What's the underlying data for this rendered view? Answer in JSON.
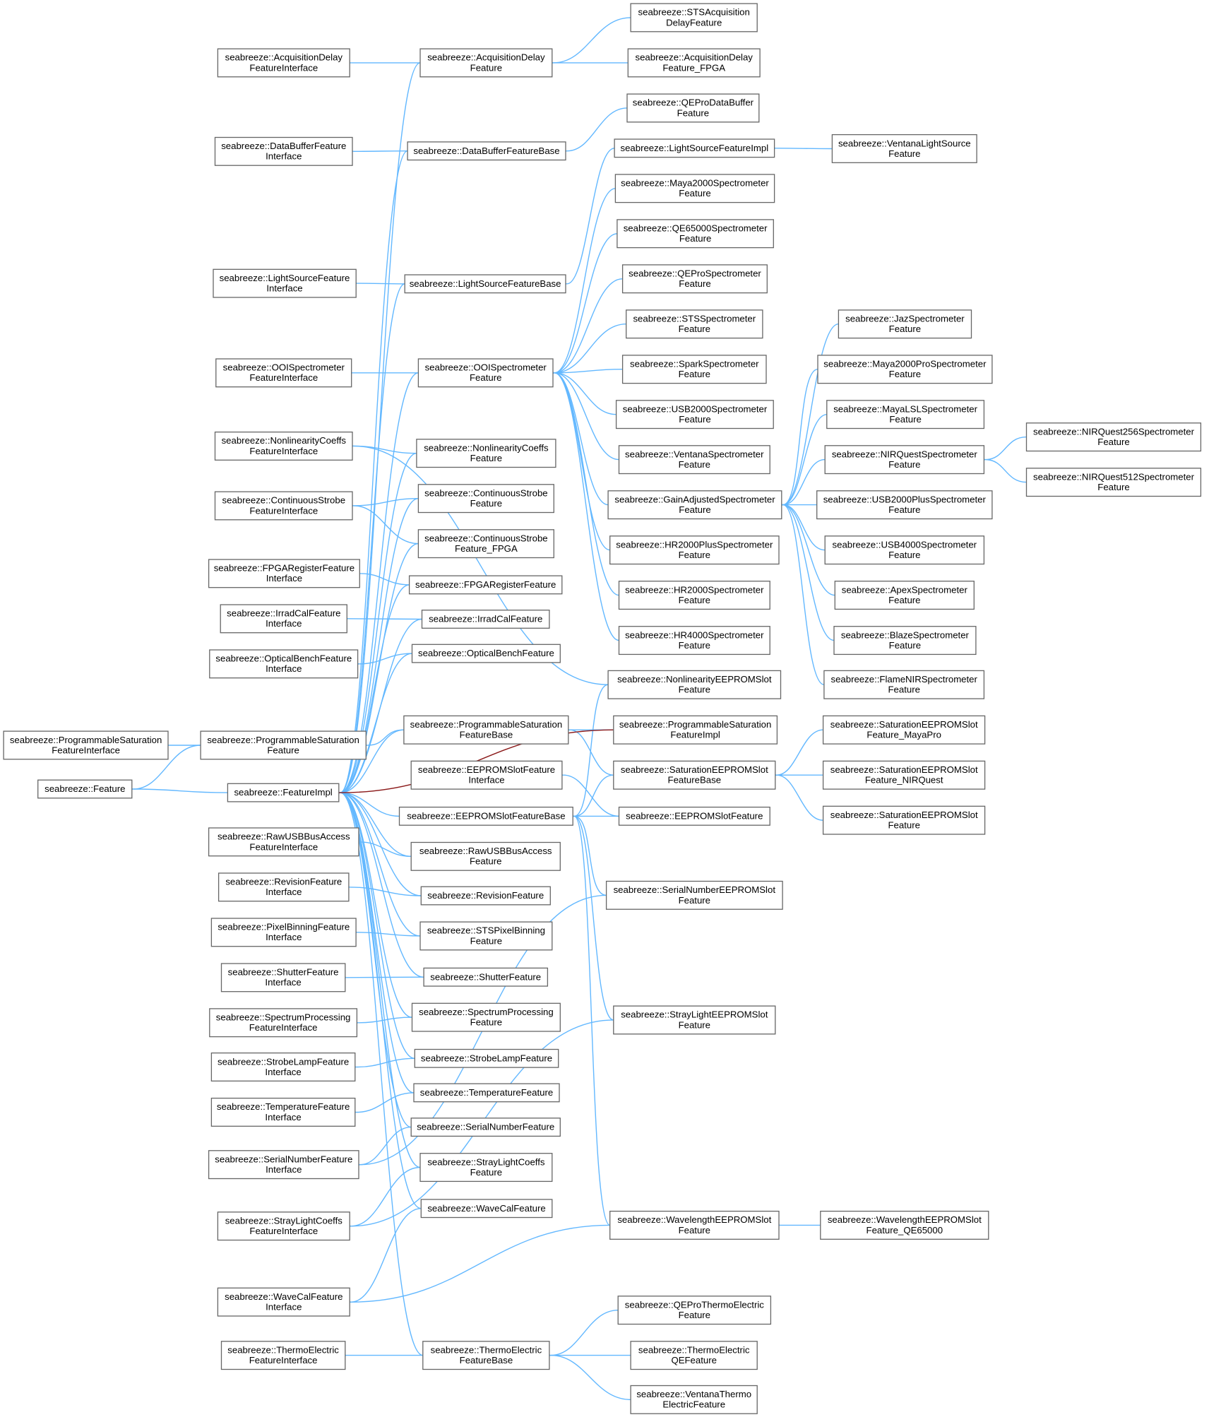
{
  "nodes": [
    {
      "id": "stsacq",
      "lines": [
        "seabreeze::STSAcquisition",
        "DelayFeature"
      ]
    },
    {
      "id": "acqdelay_fpga",
      "lines": [
        "seabreeze::AcquisitionDelay",
        "Feature_FPGA"
      ]
    },
    {
      "id": "acqdelay_if",
      "lines": [
        "seabreeze::AcquisitionDelay",
        "FeatureInterface"
      ]
    },
    {
      "id": "acqdelay",
      "lines": [
        "seabreeze::AcquisitionDelay",
        "Feature"
      ]
    },
    {
      "id": "qepro_db",
      "lines": [
        "seabreeze::QEProDataBuffer",
        "Feature"
      ]
    },
    {
      "id": "databuf_if",
      "lines": [
        "seabreeze::DataBufferFeature",
        "Interface"
      ]
    },
    {
      "id": "databuf_base",
      "lines": [
        "seabreeze::DataBufferFeatureBase"
      ]
    },
    {
      "id": "lightsrc_impl",
      "lines": [
        "seabreeze::LightSourceFeatureImpl"
      ]
    },
    {
      "id": "ventana_ls",
      "lines": [
        "seabreeze::VentanaLightSource",
        "Feature"
      ]
    },
    {
      "id": "maya2000",
      "lines": [
        "seabreeze::Maya2000Spectrometer",
        "Feature"
      ]
    },
    {
      "id": "qe65000",
      "lines": [
        "seabreeze::QE65000Spectrometer",
        "Feature"
      ]
    },
    {
      "id": "lightsrc_if",
      "lines": [
        "seabreeze::LightSourceFeature",
        "Interface"
      ]
    },
    {
      "id": "lightsrc_base",
      "lines": [
        "seabreeze::LightSourceFeatureBase"
      ]
    },
    {
      "id": "qepro_spec",
      "lines": [
        "seabreeze::QEProSpectrometer",
        "Feature"
      ]
    },
    {
      "id": "sts_spec",
      "lines": [
        "seabreeze::STSSpectrometer",
        "Feature"
      ]
    },
    {
      "id": "jaz",
      "lines": [
        "seabreeze::JazSpectrometer",
        "Feature"
      ]
    },
    {
      "id": "ooi_if",
      "lines": [
        "seabreeze::OOISpectrometer",
        "FeatureInterface"
      ]
    },
    {
      "id": "ooi",
      "lines": [
        "seabreeze::OOISpectrometer",
        "Feature"
      ]
    },
    {
      "id": "spark",
      "lines": [
        "seabreeze::SparkSpectrometer",
        "Feature"
      ]
    },
    {
      "id": "maya2000pro",
      "lines": [
        "seabreeze::Maya2000ProSpectrometer",
        "Feature"
      ]
    },
    {
      "id": "usb2000",
      "lines": [
        "seabreeze::USB2000Spectrometer",
        "Feature"
      ]
    },
    {
      "id": "mayalsl",
      "lines": [
        "seabreeze::MayaLSLSpectrometer",
        "Feature"
      ]
    },
    {
      "id": "nlc_if",
      "lines": [
        "seabreeze::NonlinearityCoeffs",
        "FeatureInterface"
      ]
    },
    {
      "id": "nlc",
      "lines": [
        "seabreeze::NonlinearityCoeffs",
        "Feature"
      ]
    },
    {
      "id": "ventana_spec",
      "lines": [
        "seabreeze::VentanaSpectrometer",
        "Feature"
      ]
    },
    {
      "id": "nirquest",
      "lines": [
        "seabreeze::NIRQuestSpectrometer",
        "Feature"
      ]
    },
    {
      "id": "nirq256",
      "lines": [
        "seabreeze::NIRQuest256Spectrometer",
        "Feature"
      ]
    },
    {
      "id": "nirq512",
      "lines": [
        "seabreeze::NIRQuest512Spectrometer",
        "Feature"
      ]
    },
    {
      "id": "contstrobe_if",
      "lines": [
        "seabreeze::ContinuousStrobe",
        "FeatureInterface"
      ]
    },
    {
      "id": "contstrobe",
      "lines": [
        "seabreeze::ContinuousStrobe",
        "Feature"
      ]
    },
    {
      "id": "gainadj",
      "lines": [
        "seabreeze::GainAdjustedSpectrometer",
        "Feature"
      ]
    },
    {
      "id": "usb2000plus",
      "lines": [
        "seabreeze::USB2000PlusSpectrometer",
        "Feature"
      ]
    },
    {
      "id": "contstrobe_fpga",
      "lines": [
        "seabreeze::ContinuousStrobe",
        "Feature_FPGA"
      ]
    },
    {
      "id": "hr2000plus",
      "lines": [
        "seabreeze::HR2000PlusSpectrometer",
        "Feature"
      ]
    },
    {
      "id": "usb4000",
      "lines": [
        "seabreeze::USB4000Spectrometer",
        "Feature"
      ]
    },
    {
      "id": "fpgareg_if",
      "lines": [
        "seabreeze::FPGARegisterFeature",
        "Interface"
      ]
    },
    {
      "id": "fpgareg",
      "lines": [
        "seabreeze::FPGARegisterFeature"
      ]
    },
    {
      "id": "hr2000",
      "lines": [
        "seabreeze::HR2000Spectrometer",
        "Feature"
      ]
    },
    {
      "id": "apex",
      "lines": [
        "seabreeze::ApexSpectrometer",
        "Feature"
      ]
    },
    {
      "id": "irrad_if",
      "lines": [
        "seabreeze::IrradCalFeature",
        "Interface"
      ]
    },
    {
      "id": "irrad",
      "lines": [
        "seabreeze::IrradCalFeature"
      ]
    },
    {
      "id": "optbench_if",
      "lines": [
        "seabreeze::OpticalBenchFeature",
        "Interface"
      ]
    },
    {
      "id": "optbench",
      "lines": [
        "seabreeze::OpticalBenchFeature"
      ]
    },
    {
      "id": "hr4000",
      "lines": [
        "seabreeze::HR4000Spectrometer",
        "Feature"
      ]
    },
    {
      "id": "blaze",
      "lines": [
        "seabreeze::BlazeSpectrometer",
        "Feature"
      ]
    },
    {
      "id": "nleeprom",
      "lines": [
        "seabreeze::NonlinearityEEPROMSlot",
        "Feature"
      ]
    },
    {
      "id": "flamenir",
      "lines": [
        "seabreeze::FlameNIRSpectrometer",
        "Feature"
      ]
    },
    {
      "id": "progsat_base",
      "lines": [
        "seabreeze::ProgrammableSaturation",
        "FeatureBase"
      ]
    },
    {
      "id": "progsat_impl",
      "lines": [
        "seabreeze::ProgrammableSaturation",
        "FeatureImpl"
      ]
    },
    {
      "id": "sateeprom_maya",
      "lines": [
        "seabreeze::SaturationEEPROMSlot",
        "Feature_MayaPro"
      ]
    },
    {
      "id": "progsat_if",
      "lines": [
        "seabreeze::ProgrammableSaturation",
        "FeatureInterface"
      ]
    },
    {
      "id": "progsat",
      "lines": [
        "seabreeze::ProgrammableSaturation",
        "Feature"
      ]
    },
    {
      "id": "eepromslot_if",
      "lines": [
        "seabreeze::EEPROMSlotFeature",
        "Interface"
      ]
    },
    {
      "id": "sateeprom_base",
      "lines": [
        "seabreeze::SaturationEEPROMSlot",
        "FeatureBase"
      ]
    },
    {
      "id": "sateeprom_nir",
      "lines": [
        "seabreeze::SaturationEEPROMSlot",
        "Feature_NIRQuest"
      ]
    },
    {
      "id": "feature",
      "lines": [
        "seabreeze::Feature"
      ]
    },
    {
      "id": "featureimpl",
      "lines": [
        "seabreeze::FeatureImpl"
      ]
    },
    {
      "id": "eepromslot_base",
      "lines": [
        "seabreeze::EEPROMSlotFeatureBase"
      ]
    },
    {
      "id": "eepromslot",
      "lines": [
        "seabreeze::EEPROMSlotFeature"
      ]
    },
    {
      "id": "sateeprom",
      "lines": [
        "seabreeze::SaturationEEPROMSlot",
        "Feature"
      ]
    },
    {
      "id": "rawusb_if",
      "lines": [
        "seabreeze::RawUSBBusAccess",
        "FeatureInterface"
      ]
    },
    {
      "id": "rawusb",
      "lines": [
        "seabreeze::RawUSBBusAccess",
        "Feature"
      ]
    },
    {
      "id": "revision_if",
      "lines": [
        "seabreeze::RevisionFeature",
        "Interface"
      ]
    },
    {
      "id": "revision",
      "lines": [
        "seabreeze::RevisionFeature"
      ]
    },
    {
      "id": "serialeeprom",
      "lines": [
        "seabreeze::SerialNumberEEPROMSlot",
        "Feature"
      ]
    },
    {
      "id": "pixbin_if",
      "lines": [
        "seabreeze::PixelBinningFeature",
        "Interface"
      ]
    },
    {
      "id": "pixbin",
      "lines": [
        "seabreeze::STSPixelBinning",
        "Feature"
      ]
    },
    {
      "id": "shutter_if",
      "lines": [
        "seabreeze::ShutterFeature",
        "Interface"
      ]
    },
    {
      "id": "shutter",
      "lines": [
        "seabreeze::ShutterFeature"
      ]
    },
    {
      "id": "specproc_if",
      "lines": [
        "seabreeze::SpectrumProcessing",
        "FeatureInterface"
      ]
    },
    {
      "id": "specproc",
      "lines": [
        "seabreeze::SpectrumProcessing",
        "Feature"
      ]
    },
    {
      "id": "straylighteeprom",
      "lines": [
        "seabreeze::StrayLightEEPROMSlot",
        "Feature"
      ]
    },
    {
      "id": "strobe_if",
      "lines": [
        "seabreeze::StrobeLampFeature",
        "Interface"
      ]
    },
    {
      "id": "strobe",
      "lines": [
        "seabreeze::StrobeLampFeature"
      ]
    },
    {
      "id": "temp_if",
      "lines": [
        "seabreeze::TemperatureFeature",
        "Interface"
      ]
    },
    {
      "id": "temp",
      "lines": [
        "seabreeze::TemperatureFeature"
      ]
    },
    {
      "id": "serial",
      "lines": [
        "seabreeze::SerialNumberFeature"
      ]
    },
    {
      "id": "serial_if",
      "lines": [
        "seabreeze::SerialNumberFeature",
        "Interface"
      ]
    },
    {
      "id": "straylight",
      "lines": [
        "seabreeze::StrayLightCoeffs",
        "Feature"
      ]
    },
    {
      "id": "wavecal",
      "lines": [
        "seabreeze::WaveCalFeature"
      ]
    },
    {
      "id": "straylight_if",
      "lines": [
        "seabreeze::StrayLightCoeffs",
        "FeatureInterface"
      ]
    },
    {
      "id": "waveeeprom",
      "lines": [
        "seabreeze::WavelengthEEPROMSlot",
        "Feature"
      ]
    },
    {
      "id": "waveeeprom_qe",
      "lines": [
        "seabreeze::WavelengthEEPROMSlot",
        "Feature_QE65000"
      ]
    },
    {
      "id": "wavecal_if",
      "lines": [
        "seabreeze::WaveCalFeature",
        "Interface"
      ]
    },
    {
      "id": "qepro_te",
      "lines": [
        "seabreeze::QEProThermoElectric",
        "Feature"
      ]
    },
    {
      "id": "te_if",
      "lines": [
        "seabreeze::ThermoElectric",
        "FeatureInterface"
      ]
    },
    {
      "id": "te_base",
      "lines": [
        "seabreeze::ThermoElectric",
        "FeatureBase"
      ]
    },
    {
      "id": "te_qe",
      "lines": [
        "seabreeze::ThermoElectric",
        "QEFeature"
      ]
    },
    {
      "id": "ventana_te",
      "lines": [
        "seabreeze::VentanaThermo",
        "ElectricFeature"
      ]
    }
  ],
  "edges": [
    [
      "stsacq",
      "acqdelay"
    ],
    [
      "acqdelay_fpga",
      "acqdelay"
    ],
    [
      "acqdelay",
      "acqdelay_if"
    ],
    [
      "acqdelay",
      "featureimpl"
    ],
    [
      "qepro_db",
      "databuf_base"
    ],
    [
      "databuf_base",
      "databuf_if"
    ],
    [
      "databuf_base",
      "featureimpl"
    ],
    [
      "ventana_ls",
      "lightsrc_impl"
    ],
    [
      "lightsrc_impl",
      "lightsrc_base"
    ],
    [
      "lightsrc_base",
      "lightsrc_if"
    ],
    [
      "lightsrc_base",
      "featureimpl"
    ],
    [
      "maya2000",
      "ooi"
    ],
    [
      "qe65000",
      "ooi"
    ],
    [
      "qepro_spec",
      "ooi"
    ],
    [
      "sts_spec",
      "ooi"
    ],
    [
      "spark",
      "ooi"
    ],
    [
      "usb2000",
      "ooi"
    ],
    [
      "ventana_spec",
      "ooi"
    ],
    [
      "gainadj",
      "ooi"
    ],
    [
      "hr2000plus",
      "ooi"
    ],
    [
      "hr2000",
      "ooi"
    ],
    [
      "hr4000",
      "ooi"
    ],
    [
      "ooi",
      "ooi_if"
    ],
    [
      "ooi",
      "featureimpl"
    ],
    [
      "jaz",
      "gainadj"
    ],
    [
      "maya2000pro",
      "gainadj"
    ],
    [
      "mayalsl",
      "gainadj"
    ],
    [
      "nirquest",
      "gainadj"
    ],
    [
      "usb2000plus",
      "gainadj"
    ],
    [
      "usb4000",
      "gainadj"
    ],
    [
      "apex",
      "gainadj"
    ],
    [
      "blaze",
      "gainadj"
    ],
    [
      "flamenir",
      "gainadj"
    ],
    [
      "nirq256",
      "nirquest"
    ],
    [
      "nirq512",
      "nirquest"
    ],
    [
      "nlc",
      "nlc_if"
    ],
    [
      "nleeprom",
      "nlc_if"
    ],
    [
      "nlc",
      "featureimpl"
    ],
    [
      "contstrobe",
      "contstrobe_if"
    ],
    [
      "contstrobe_fpga",
      "contstrobe_if"
    ],
    [
      "contstrobe",
      "featureimpl"
    ],
    [
      "contstrobe_fpga",
      "featureimpl"
    ],
    [
      "fpgareg",
      "fpgareg_if"
    ],
    [
      "fpgareg",
      "featureimpl"
    ],
    [
      "irrad",
      "irrad_if"
    ],
    [
      "irrad",
      "featureimpl"
    ],
    [
      "optbench",
      "optbench_if"
    ],
    [
      "optbench",
      "featureimpl"
    ],
    [
      "progsat",
      "progsat_if"
    ],
    [
      "progsat",
      "feature"
    ],
    [
      "progsat_base",
      "progsat"
    ],
    [
      "progsat_impl",
      "progsat_base"
    ],
    [
      "sateeprom_base",
      "progsat_base"
    ],
    [
      "sateeprom_maya",
      "sateeprom_base"
    ],
    [
      "sateeprom_nir",
      "sateeprom_base"
    ],
    [
      "sateeprom",
      "sateeprom_base"
    ],
    [
      "sateeprom_base",
      "eepromslot_base"
    ],
    [
      "nleeprom",
      "eepromslot_base"
    ],
    [
      "eepromslot",
      "eepromslot_base"
    ],
    [
      "eepromslot",
      "eepromslot_if"
    ],
    [
      "serialeeprom",
      "eepromslot_base"
    ],
    [
      "straylighteeprom",
      "eepromslot_base"
    ],
    [
      "waveeeprom",
      "eepromslot_base"
    ],
    [
      "eepromslot_base",
      "featureimpl"
    ],
    [
      "progsat_base",
      "featureimpl"
    ],
    [
      "featureimpl",
      "feature"
    ],
    [
      "rawusb",
      "rawusb_if"
    ],
    [
      "rawusb",
      "featureimpl"
    ],
    [
      "revision",
      "revision_if"
    ],
    [
      "revision",
      "featureimpl"
    ],
    [
      "pixbin",
      "pixbin_if"
    ],
    [
      "pixbin",
      "featureimpl"
    ],
    [
      "shutter",
      "shutter_if"
    ],
    [
      "shutter",
      "featureimpl"
    ],
    [
      "specproc",
      "specproc_if"
    ],
    [
      "specproc",
      "featureimpl"
    ],
    [
      "strobe",
      "strobe_if"
    ],
    [
      "strobe",
      "featureimpl"
    ],
    [
      "temp",
      "temp_if"
    ],
    [
      "temp",
      "featureimpl"
    ],
    [
      "serial",
      "serial_if"
    ],
    [
      "serial",
      "featureimpl"
    ],
    [
      "serialeeprom",
      "serial_if"
    ],
    [
      "straylight",
      "straylight_if"
    ],
    [
      "straylight",
      "featureimpl"
    ],
    [
      "straylighteeprom",
      "straylight_if"
    ],
    [
      "wavecal",
      "wavecal_if"
    ],
    [
      "wavecal",
      "featureimpl"
    ],
    [
      "waveeeprom",
      "wavecal_if"
    ],
    [
      "waveeeprom_qe",
      "waveeeprom"
    ],
    [
      "te_base",
      "te_if"
    ],
    [
      "te_base",
      "featureimpl"
    ],
    [
      "qepro_te",
      "te_base"
    ],
    [
      "te_qe",
      "te_base"
    ],
    [
      "ventana_te",
      "te_base"
    ]
  ],
  "special_edges": [
    [
      "progsat_impl",
      "featureimpl"
    ]
  ],
  "colors": {
    "edge": "#63b8ff",
    "special_edge": "#8b1a1a",
    "node_border": "#666666",
    "node_fill": "#ffffff"
  }
}
